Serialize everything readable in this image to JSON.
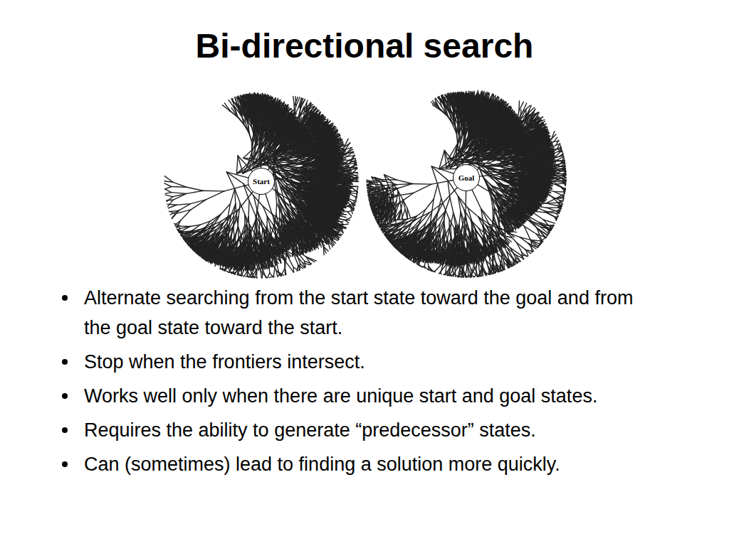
{
  "diagram": {
    "title": "Bi-directional search",
    "nodes": [
      {
        "text": [
          "Start"
        ]
      },
      {
        "text": [
          "Goal"
        ]
      }
    ],
    "labels": [
      "Alternate searching from the start state toward the goal and from the goal state toward the start.",
      "Stop when the frontiers intersect.",
      "Works well only when there are unique start and goal states.",
      "Requires the ability to generate “predecessor” states.",
      "Can (sometimes) lead to finding a solution more quickly."
    ]
  }
}
